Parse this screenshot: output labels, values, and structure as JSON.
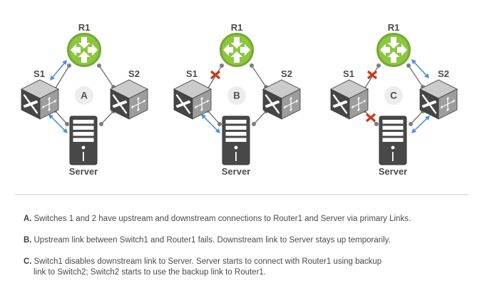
{
  "figure": {
    "panels": [
      {
        "letter": "A",
        "router_label": "R1",
        "switch1_label": "S1",
        "switch2_label": "S2",
        "server_label": "Server",
        "links": {
          "upstream_left": "active",
          "downstream_left": "active",
          "upstream_right": "plain",
          "downstream_right": "plain"
        }
      },
      {
        "letter": "B",
        "router_label": "R1",
        "switch1_label": "S1",
        "switch2_label": "S2",
        "server_label": "Server",
        "links": {
          "upstream_left": "failed",
          "downstream_left": "active",
          "upstream_right": "plain",
          "downstream_right": "plain"
        }
      },
      {
        "letter": "C",
        "router_label": "R1",
        "switch1_label": "S1",
        "switch2_label": "S2",
        "server_label": "Server",
        "links": {
          "upstream_left": "failed",
          "downstream_left": "failed",
          "upstream_right": "active",
          "downstream_right": "active"
        }
      }
    ]
  },
  "colors": {
    "router_fill": "#8dc63f",
    "router_stroke": "#76a934",
    "cube_top": "#cbcbcb",
    "cube_left": "#464646",
    "cube_right": "#9d9d9d",
    "cube_edge": "#3c3c3c",
    "server_fill": "#484848",
    "server_edge": "#333333",
    "link_line": "#757575",
    "link_dot": "#7d7d7d",
    "active_blue": "#4b8fdc",
    "fail_red": "#c93b1d",
    "badge_bg": "#ededed",
    "label": "#4d4d4d",
    "divider": "#e3e3e3"
  },
  "captions": {
    "items": [
      {
        "prefix": "A.",
        "lines": [
          "Switches 1 and 2 have upstream and downstream connections to Router1 and Server via primary Links."
        ]
      },
      {
        "prefix": "B.",
        "lines": [
          "Upstream link between Switch1 and Router1 fails. Downstream link to Server stays up temporarily."
        ]
      },
      {
        "prefix": "C.",
        "lines": [
          "Switch1 disables downstream link to Server. Server starts to connect with Router1 using backup",
          "link to Switch2; Switch2 starts to use the backup link to Router1."
        ]
      }
    ]
  }
}
